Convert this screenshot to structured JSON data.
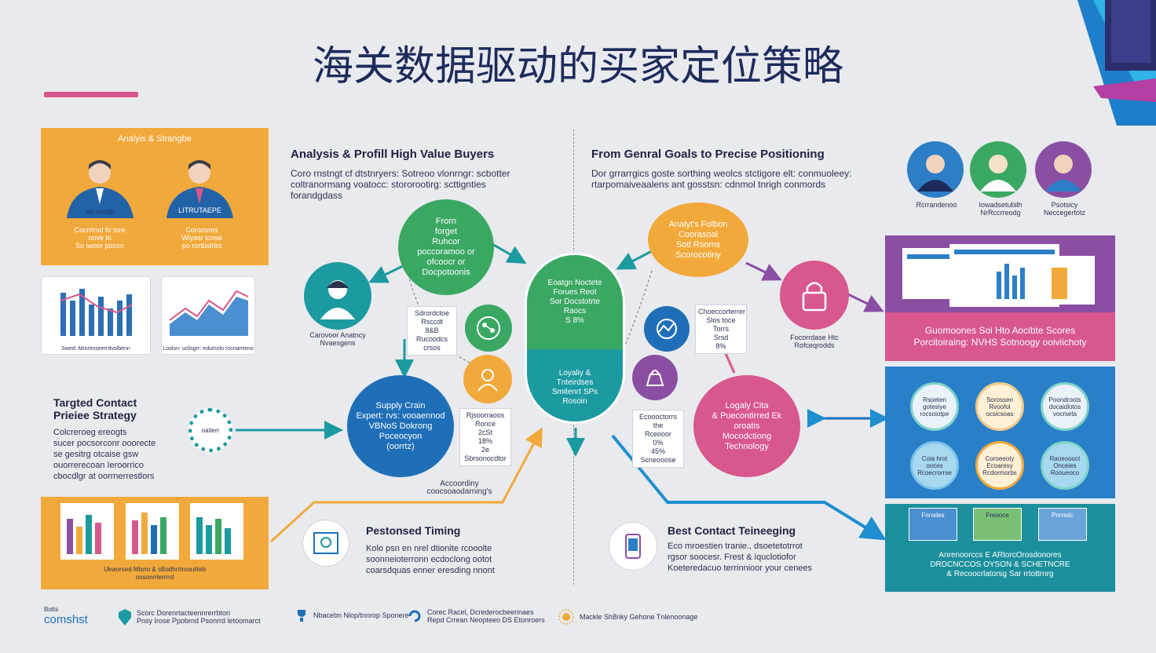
{
  "title": "海关数据驱动的买家定位策略",
  "colors": {
    "orange": "#f2a93b",
    "teal": "#1b9aa0",
    "green": "#3aa862",
    "blue": "#1f6fb8",
    "pink": "#d8578d",
    "purple": "#8a4fa3",
    "navy": "#1d2b5c"
  },
  "top_left_panel": {
    "caption": "Analyis & Strangbe",
    "person_a_badge": "oo rorrbb",
    "person_a_label": "Cocrrtrsd fo tore\nonve lo\nSo iwoor pocon",
    "person_b_badge": "LITRUTAEPE",
    "person_b_label": "Coroosres\nWiyasr tcnse\npo rortbslrlro"
  },
  "chart_cards": [
    {
      "caption": "Swed: Mrortinseerrdvolbenn"
    },
    {
      "caption": "Loolsn: uclisgrr: edumnlo rocnarrteno"
    }
  ],
  "analysis_section": {
    "heading": "Analysis & Profill High Value Buyers",
    "body": "Coro rnstngt cf dtstnryers: Sotreoo vlonrngr: scbotter coltranormang voatocc: stororootirg: scttignties forandgdass"
  },
  "positioning_section": {
    "heading": "From Genral Goals to Precise Positioning",
    "body": "Dor grrarrgics goste sorthing weolcs stctigore elt: conmuoleey: rtarpomaiveaalens ant gosstsn: cdnmol tnrigh conmords"
  },
  "top_right_portraits": [
    {
      "label": "Rcrrandenoo"
    },
    {
      "label": "Iowadsetubilh\nNrRccrreodg"
    },
    {
      "label": "Psotsicy\nNeccegertotz"
    }
  ],
  "circles": {
    "from_target": "Frorn\nforget\nRuhcor\npoccoramoo or\nofcoocr or\nDocpotoonis",
    "customer_analysis_label": "Carovoor Anatncy\nNvaesgens",
    "center_top": "Eoatgn Noctete\nForues Reot\nSor Docstotrte\nRaocs\nS 8%",
    "center_bottom": "Loyaliy &\nTnteirdses\nSmitenrt SPs\nRosoin",
    "analysis_right": "Analyt's Folbon\nCoorasoal\nSotl Rsoms\nScorocotiny",
    "supply_chain": "Supply Crain\nExpert: rvs: vooaennod\nVBNoS Dokrong\nPoceocyon\n(oorrtz)",
    "loyalty_right": "Logaly Cita\n& Puecontirred Ek\noroatis\nMocodctiong\nTechnology",
    "lock_label": "Focorrdase Htc\nRofceqrodds"
  },
  "stat_cards": [
    {
      "text": "Sdrordctoe\nRsccdt\n8&B\nRucoodcs\ncrsos"
    },
    {
      "text": "Rjsoorraoos\nRonce\n2cSt\n18%\n2e\nSbrsonocdtor"
    },
    {
      "text": "Choeccorterrer\nSlos toce\nTorrs\nSrsd\n8%"
    },
    {
      "text": "Ecoooctorrs the\nRceooor\n0%\n45%\nScneooose"
    }
  ],
  "targeted_section": {
    "heading": "Targted Contact\nPrieiee Strategy",
    "body": "Colcreroeg ereogts\nsucer pocsorconr ooorecte\nse gesitrg otcaise gsw\nouorrerecoan Ieroorrico\ncbocdlgr at oorrnerrestlors",
    "badge": "oaiterr"
  },
  "bottom_left_panel": {
    "caption": "Ukworsed Mlsno & sBodhrrtroouiiteb\nonsonrrlerrrrd"
  },
  "accordin_label": "Accoordiny\ncoocsoaodarning's",
  "timing_section": {
    "heading": "Pestonsed Timing",
    "body": "Kolo psn en nrel dtionite rcooolte\nsoonneioterronn ecdoclong ootot\ncoarsdquas enner eresding nnont"
  },
  "contact_section": {
    "heading": "Best Contact Teineeging",
    "body": "Eco mroestien tranie., dsoetetotrrot\nrgsor soocesr. Frest & iquclotiofor\nKoeteredacuo terrinnioor your cenees"
  },
  "purple_panel": {
    "strip": "Guomoones Soi Hto Aocibte Scores\nPorcitoiraing: NVHS Sotnoogy ooiviichoty"
  },
  "blue_panel": {
    "rings": [
      "Rsoeten\ngotesiye\nrocsoiotpe",
      "Sorossen\nRvoofol\nocsicsoas",
      "Poondroots\ndocaidlotos\nvocrseta",
      "Coia hrot\nooces\nRcoecrorrse",
      "Coroeeoty\nEcoaresy\nRcdormorbs",
      "Raoeoooct\nOnceies\nRooueoco"
    ]
  },
  "teal_panel": {
    "cards": [
      "Fnrodes",
      "Freooce",
      "Pnrredc"
    ],
    "text": "Anrenoorccs E ARtorcOrosdonores\nDRDCNCCOS OYSON & SCHETNCRE\n& Recoocrlatorsg Sar rrtottrnrg"
  },
  "footer": {
    "brand_top": "Botts",
    "brand": "comshst",
    "items": [
      "Scorc Dorenrtacteennrerrbton\nPnsy Irose Ppobrnd Psonrrd letoomarct",
      "Nbacebn Nlop/tnnrop Sponere",
      "Corec Racel, Dcrederocbeerinaes\nRepd Crrean Neopteeo DS Etonroers",
      "Mackle Sh8nky Gehone Tnlenoonage"
    ]
  }
}
